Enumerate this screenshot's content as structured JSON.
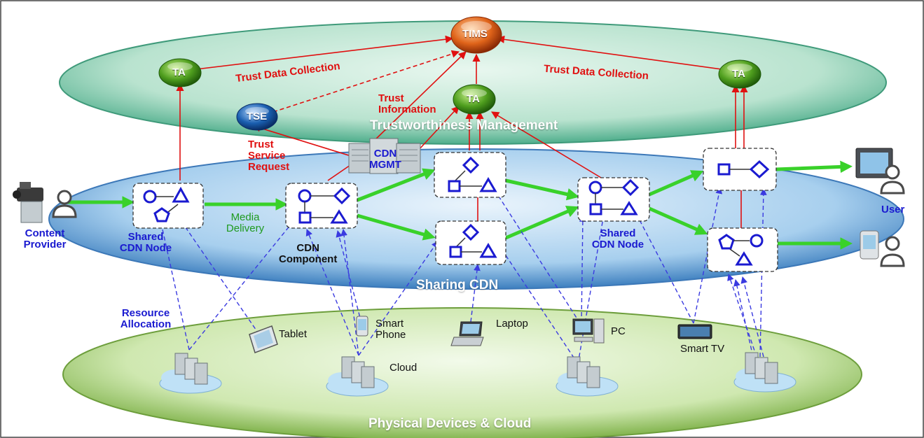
{
  "layers": {
    "trust": "Trustworthiness Management",
    "cdn": "Sharing CDN",
    "physical": "Physical Devices & Cloud"
  },
  "trust_nodes": {
    "tims": "TIMS",
    "ta": "TA",
    "tse": "TSE"
  },
  "labels": {
    "trust_data_collection": "Trust Data Collection",
    "trust_information": "Trust\nInformation",
    "trust_service_request": "Trust\nService\nRequest",
    "cdn_mgmt": "CDN\nMGMT",
    "media_delivery": "Media\nDelivery",
    "shared_cdn_node": "Shared\nCDN Node",
    "cdn_component": "CDN\nComponent",
    "content_provider": "Content\nProvider",
    "user": "User",
    "resource_allocation": "Resource\nAllocation",
    "tablet": "Tablet",
    "smart_phone": "Smart\nPhone",
    "laptop": "Laptop",
    "pc": "PC",
    "smart_tv": "Smart TV",
    "cloud": "Cloud"
  },
  "colors": {
    "trust_layer": "#bfe6d6",
    "cdn_layer": "#9cc8ea",
    "physical_layer": "#c9e6a4",
    "arrow_red": "#e01010",
    "arrow_green": "#39d12a",
    "arrow_blue": "#3a3ae0",
    "shape_blue": "#1a1ad0",
    "ta_green": "#3f8f1c",
    "tims_orange": "#e0641a",
    "tse_blue": "#1a5fb0"
  }
}
